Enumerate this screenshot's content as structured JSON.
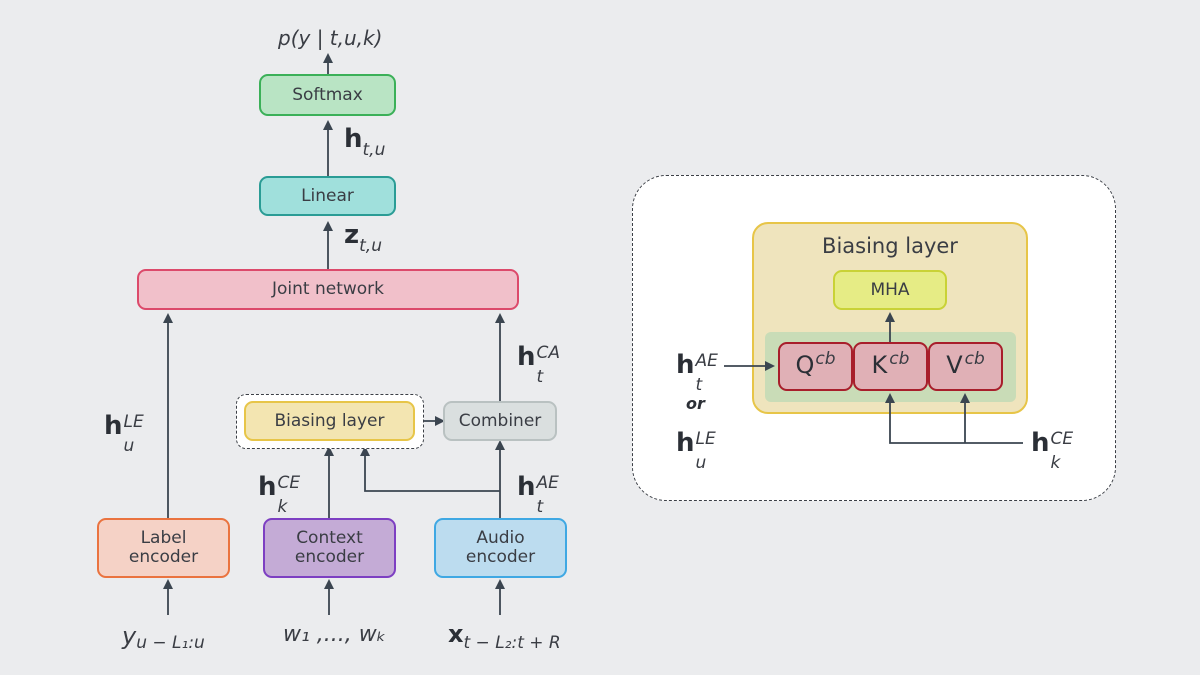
{
  "left_diagram": {
    "output_label": "p(y | t,u,k)",
    "softmax": "Softmax",
    "h_tu": {
      "base": "h",
      "sub": "t,u"
    },
    "linear": "Linear",
    "z_tu": {
      "base": "z",
      "sub": "t,u"
    },
    "joint_network": "Joint network",
    "h_ca": {
      "base": "h",
      "sup": "CA",
      "sub": "t"
    },
    "h_le": {
      "base": "h",
      "sup": "LE",
      "sub": "u"
    },
    "biasing_layer": "Biasing layer",
    "combiner": "Combiner",
    "h_ce": {
      "base": "h",
      "sup": "CE",
      "sub": "k"
    },
    "h_ae": {
      "base": "h",
      "sup": "AE",
      "sub": "t"
    },
    "label_encoder": [
      "Label",
      "encoder"
    ],
    "context_encoder": [
      "Context",
      "encoder"
    ],
    "audio_encoder": [
      "Audio",
      "encoder"
    ],
    "input_label": {
      "base": "y",
      "sub": "u − L₁:u"
    },
    "input_context": "w₁ ,..., wₖ",
    "input_audio": {
      "base": "x",
      "sub": "t − L₂:t + R"
    }
  },
  "right_diagram": {
    "biasing_layer_title": "Biasing layer",
    "mha": "MHA",
    "q": {
      "base": "Q",
      "sup": "cb"
    },
    "k": {
      "base": "K",
      "sup": "cb"
    },
    "v": {
      "base": "V",
      "sup": "cb"
    },
    "h_ae": {
      "base": "h",
      "sup": "AE",
      "sub": "t"
    },
    "or_label": "or",
    "h_le": {
      "base": "h",
      "sup": "LE",
      "sub": "u"
    },
    "h_ce": {
      "base": "h",
      "sup": "CE",
      "sub": "k"
    }
  },
  "colors": {
    "background": "#ebecee",
    "softmax_fill": "#b9e4c4",
    "softmax_border": "#3bb058",
    "linear_fill": "#a0e0dc",
    "linear_border": "#2a9c95",
    "joint_fill": "#f1c0ca",
    "joint_border": "#dc4a6b",
    "biasing_fill": "#f3e5b1",
    "biasing_border": "#e7c548",
    "combiner_fill": "#dadfdf",
    "combiner_border": "#b9c1c1",
    "label_enc_fill": "#f5d2c6",
    "label_enc_border": "#ea733f",
    "context_enc_fill": "#c4abd6",
    "context_enc_border": "#7d3fc2",
    "audio_enc_fill": "#bcdcef",
    "audio_enc_border": "#3fa8e3",
    "mha_fill": "#e6ec85",
    "mha_border": "#c9d236",
    "qkv_fill": "#e0b0b6",
    "qkv_border": "#a81e2b",
    "qkv_group_fill": "#c9dcb7",
    "arrow": "#3b4550"
  }
}
